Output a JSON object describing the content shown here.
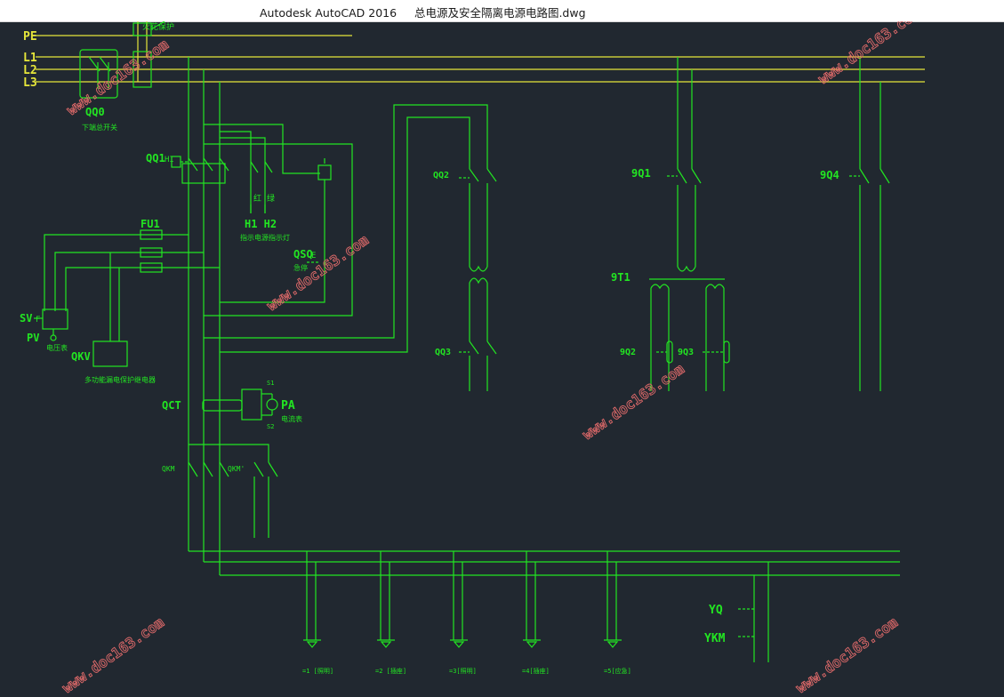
{
  "window": {
    "title": "Autodesk AutoCAD 2016     总电源及安全隔离电源电路图.dwg"
  },
  "drawing": {
    "buses": {
      "pe": "PE",
      "l1": "L1",
      "l2": "L2",
      "l3": "L3"
    },
    "breakers": {
      "qq0": "QQ0",
      "qq0_desc": "下端总开关",
      "qq1": "QQ1",
      "qq1_tag": "HI",
      "qq2": "QQ2",
      "qq3": "QQ3",
      "9q1": "9Q1",
      "9q4": "9Q4",
      "9q2": "9Q2",
      "9q3": "9Q3"
    },
    "components": {
      "fu1": "FU1",
      "sv": "SV",
      "sv_tag": "F",
      "pv": "PV",
      "pv_desc": "电压表",
      "qkv": "QKV",
      "qkv_desc": "多功能漏电保护继电器",
      "qsq": "QSQ",
      "qsq_tag": "E",
      "qsq_desc": "急停",
      "h1h2": "H1 H2",
      "h1h2_desc": "指示电源指示灯",
      "lamp_red": "红",
      "lamp_green": "绿",
      "qct": "QCT",
      "pa": "PA",
      "pa_desc": "电流表",
      "s1": "S1",
      "s2": "S2",
      "9t1": "9T1",
      "qkm": "QKM",
      "qkm2": "QKM'",
      "yq": "YQ",
      "ykm": "YKM",
      "top_partial": "火花保护"
    },
    "outlets": [
      "=1 [照明]",
      "=2 [插座]",
      "=3[照明]",
      "=4[插座]",
      "=5[应急]"
    ],
    "watermark": "www.doc163.com",
    "colors": {
      "background": "#212830",
      "wire": "#22e522",
      "bus": "#e6e63a",
      "watermark": "#e06a6a"
    }
  }
}
